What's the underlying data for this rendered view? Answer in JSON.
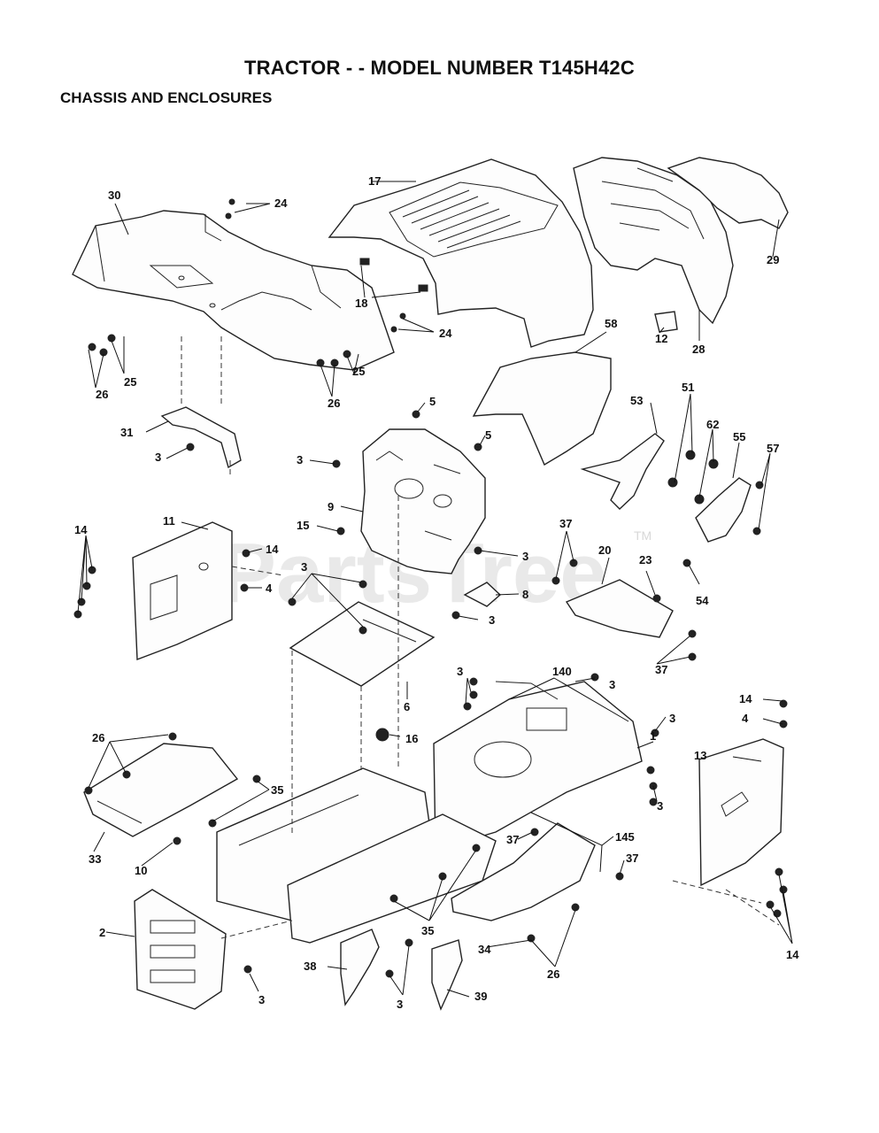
{
  "header": {
    "title": "TRACTOR - - MODEL NUMBER T145H42C",
    "subtitle": "CHASSIS AND ENCLOSURES"
  },
  "watermark": {
    "text": "PartsTree",
    "tm": "TM"
  },
  "callouts": {
    "c30": "30",
    "c24a": "24",
    "c17": "17",
    "c29": "29",
    "c18": "18",
    "c24b": "24",
    "c12": "12",
    "c28": "28",
    "c26a": "26",
    "c25a": "25",
    "c26b": "26",
    "c25b": "25",
    "c58": "58",
    "c5a": "5",
    "c5b": "5",
    "c53": "53",
    "c51": "51",
    "c62": "62",
    "c55": "55",
    "c57": "57",
    "c31": "31",
    "c3a": "3",
    "c3b": "3",
    "c9": "9",
    "c15": "15",
    "c3c": "3",
    "c11": "11",
    "c14a": "14",
    "c14b": "14",
    "c4a": "4",
    "c37a": "37",
    "c20": "20",
    "c23": "23",
    "c54": "54",
    "c3d": "3",
    "c8": "8",
    "c3e": "3",
    "c37b": "37",
    "c3f": "3",
    "c140": "140",
    "c3g": "3",
    "c3h": "3",
    "c1": "1",
    "c6": "6",
    "c16": "16",
    "c14c": "14",
    "c4b": "4",
    "c13": "13",
    "c26c": "26",
    "c35a": "35",
    "c3i": "3",
    "c33": "33",
    "c10": "10",
    "c37c": "37",
    "c145": "145",
    "c37d": "37",
    "c2": "2",
    "c35b": "35",
    "c34": "34",
    "c14d": "14",
    "c38": "38",
    "c3j": "3",
    "c39": "39",
    "c3k": "3",
    "c26d": "26"
  }
}
